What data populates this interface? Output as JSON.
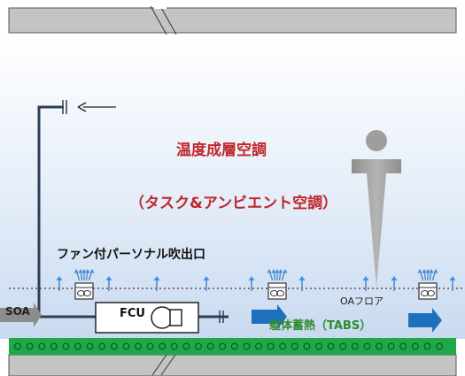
{
  "labels": {
    "title_line1": "温度成層空調",
    "title_line2": "（タスク&アンビエント空調）",
    "fan_outlet": "ファン付パーソナル吹出口",
    "oa_floor": "OAフロア",
    "tabs": "躯体蓄熱（TABS）",
    "soa": "SOA",
    "fcu": "FCU"
  },
  "icons": {
    "duct-damper": "damper-icon",
    "return-arrow": "left-arrow-icon",
    "outlet": "fan-outlet-icon",
    "person": "person-icon"
  },
  "colors": {
    "accent": "#c0272d",
    "supply_arrow": "#1f6fbf",
    "small_arrow": "#4a8fd6",
    "slab": "#1ea84a",
    "tabs_text": "#2e8b2e",
    "person": "#9e9e9e"
  }
}
